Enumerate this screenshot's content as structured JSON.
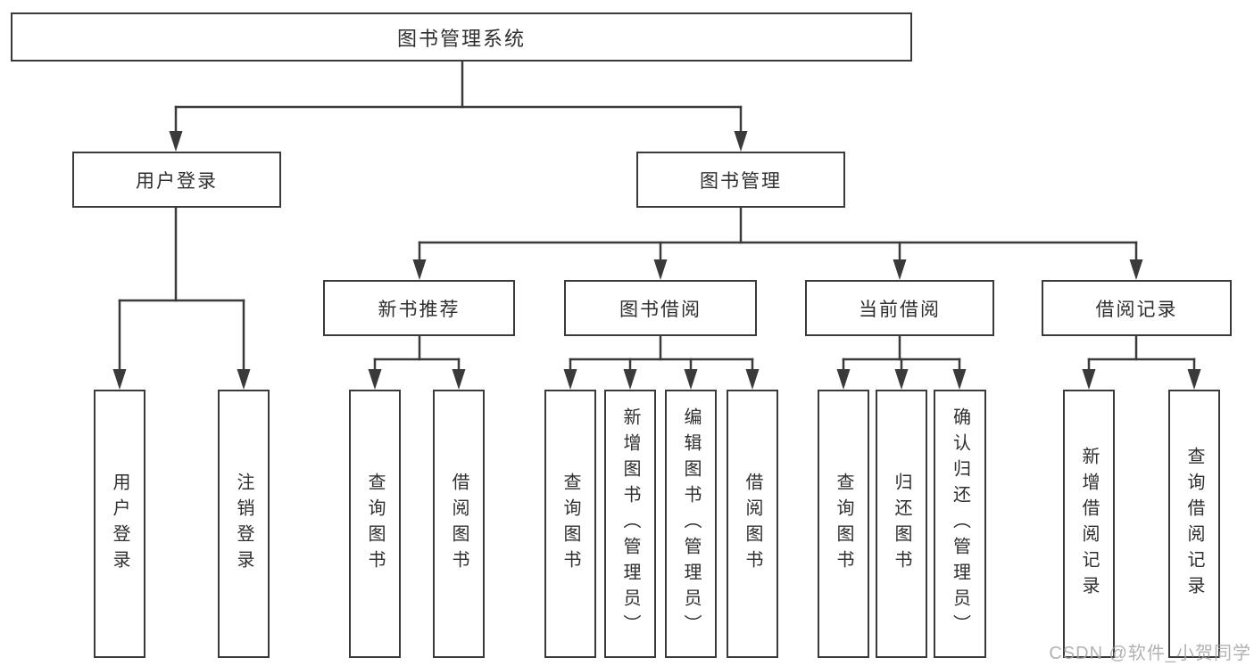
{
  "diagram_type": "tree",
  "tree": {
    "label": "图书管理系统",
    "children": [
      {
        "label": "用户登录",
        "children": [
          {
            "label": "用户登录"
          },
          {
            "label": "注销登录"
          }
        ]
      },
      {
        "label": "图书管理",
        "children": [
          {
            "label": "新书推荐",
            "children": [
              {
                "label": "查询图书"
              },
              {
                "label": "借阅图书"
              }
            ]
          },
          {
            "label": "图书借阅",
            "children": [
              {
                "label": "查询图书"
              },
              {
                "label": "新增图书（管理员）"
              },
              {
                "label": "编辑图书（管理员）"
              },
              {
                "label": "借阅图书"
              }
            ]
          },
          {
            "label": "当前借阅",
            "children": [
              {
                "label": "查询图书"
              },
              {
                "label": "归还图书"
              },
              {
                "label": "确认归还（管理员）"
              }
            ]
          },
          {
            "label": "借阅记录",
            "children": [
              {
                "label": "新增借阅记录"
              },
              {
                "label": "查询借阅记录"
              }
            ]
          }
        ]
      }
    ]
  },
  "watermark": {
    "text": "CSDN @软件_小贺同学",
    "color": "#a5a5a5"
  },
  "colors": {
    "line": "#3a3a3a",
    "box_border": "#3a3a3a",
    "box_background": "#ffffff",
    "text": "#2f2f2f",
    "page_background": "#ffffff"
  }
}
